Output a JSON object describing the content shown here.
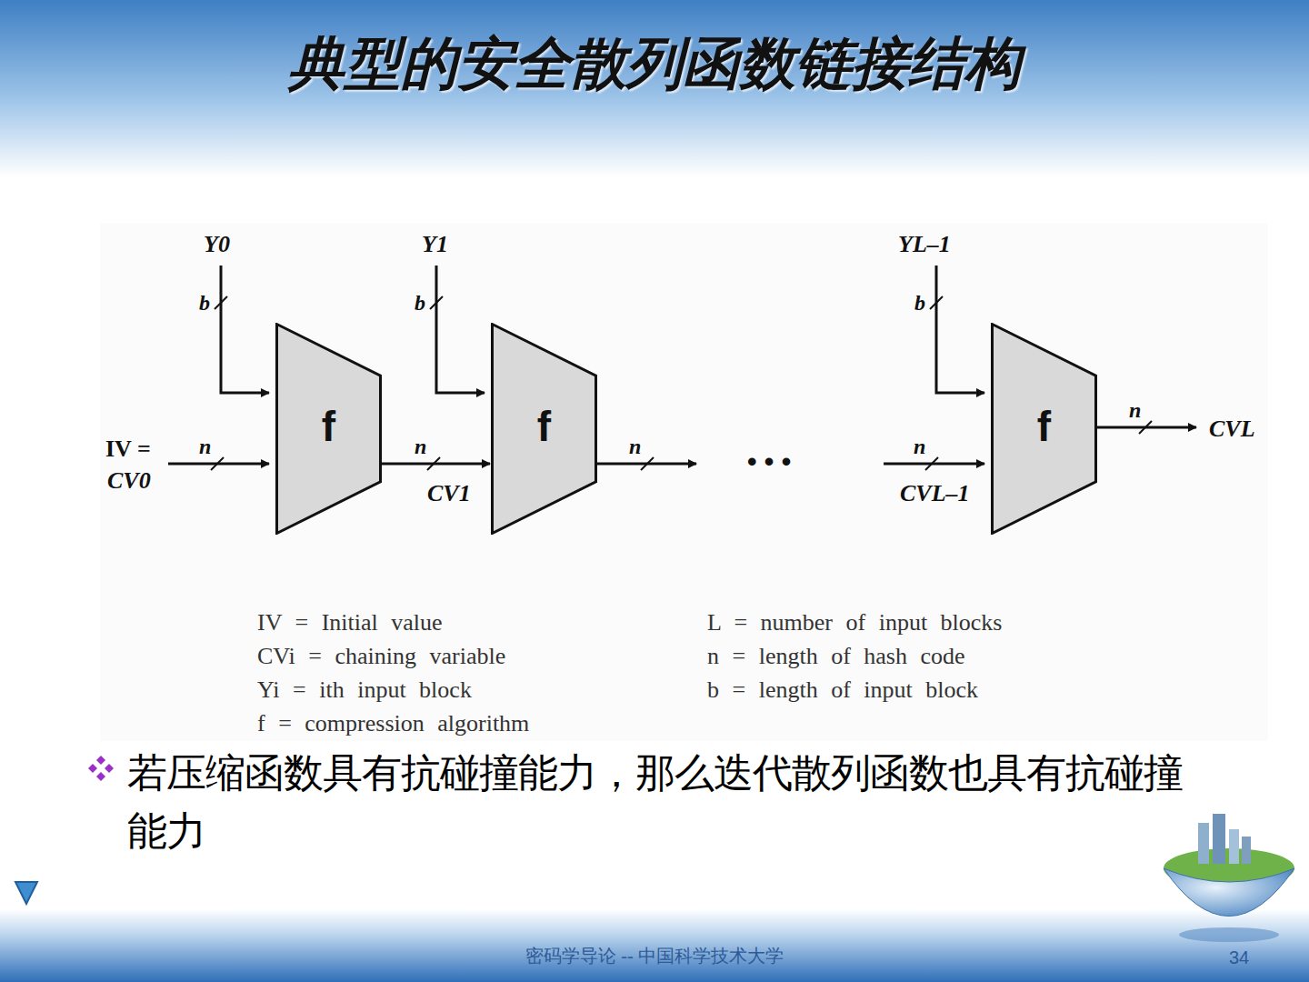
{
  "diagram": {
    "title": "典型的安全散列函数链接结构",
    "nodes": [
      {
        "text": [
          "f"
        ]
      },
      {
        "text": [
          "f"
        ]
      },
      {
        "text": [
          "f"
        ]
      }
    ],
    "edges": [
      {
        "from": 0,
        "to": 1,
        "arrow": "to"
      }
    ],
    "labels": [
      "Y0",
      "b",
      "Y1",
      "b",
      "YL–1",
      "b",
      "IV =",
      "CV0",
      "n",
      "n",
      "CV1",
      "n",
      "• • •",
      "n",
      "CVL–1",
      "n",
      "CVL",
      "IV = Initial value",
      "CVi = chaining variable",
      "Yi = ith input block",
      "f = compression algorithm",
      "L = number of input blocks",
      "n = length of hash code",
      "b = length of input block",
      "若压缩函数具有抗碰撞能力，那么迭代散列函数也具有抗碰撞能力",
      "密码学导论 -- 中国科学技术大学",
      "34"
    ]
  }
}
